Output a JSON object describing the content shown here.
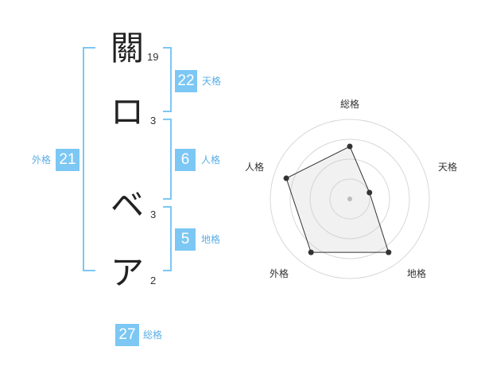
{
  "name": {
    "characters": [
      {
        "char": "關",
        "strokes": "19"
      },
      {
        "char": "ロ",
        "strokes": "3"
      },
      {
        "char": "ベ",
        "strokes": "3"
      },
      {
        "char": "ア",
        "strokes": "2"
      }
    ]
  },
  "kaku": {
    "tenkaku": {
      "value": "22",
      "label": "天格"
    },
    "jinkaku": {
      "value": "6",
      "label": "人格"
    },
    "chikaku": {
      "value": "5",
      "label": "地格"
    },
    "gaikaku": {
      "value": "21",
      "label": "外格"
    },
    "soukaku": {
      "value": "27",
      "label": "総格"
    }
  },
  "colors": {
    "accent": "#7cc7f4",
    "accent_text": "#5aaee6",
    "bracket": "#7cc7f4"
  },
  "chart_data": {
    "type": "radar",
    "axes": [
      "総格",
      "天格",
      "地格",
      "外格",
      "人格"
    ],
    "values": [
      0.66,
      0.26,
      0.83,
      0.83,
      0.84
    ],
    "range": [
      0,
      1
    ],
    "rings": 4,
    "grid": true
  }
}
